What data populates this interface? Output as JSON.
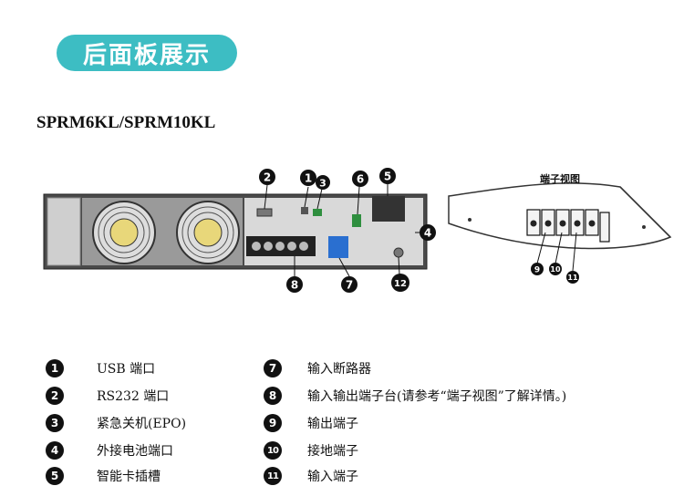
{
  "title": "后面板展示",
  "model": "SPRM6KL/SPRM10KL",
  "terminal_view_title": "端子视图",
  "callouts_main": [
    "2",
    "1",
    "3",
    "6",
    "5",
    "4",
    "8",
    "7",
    "12"
  ],
  "callouts_terminal": [
    "9",
    "10",
    "11"
  ],
  "legend": [
    {
      "num": "1",
      "text": "USB  端口"
    },
    {
      "num": "2",
      "text": "RS232 端口"
    },
    {
      "num": "3",
      "text": "紧急关机(EPO)"
    },
    {
      "num": "4",
      "text": "外接电池端口"
    },
    {
      "num": "5",
      "text": "智能卡插槽"
    },
    {
      "num": "7",
      "text": "输入断路器"
    },
    {
      "num": "8",
      "text": "输入输出端子台(请参考“端子视图”了解详情。)"
    },
    {
      "num": "9",
      "text": "输出端子"
    },
    {
      "num": "10",
      "text": "接地端子"
    },
    {
      "num": "11",
      "text": "输入端子"
    }
  ]
}
